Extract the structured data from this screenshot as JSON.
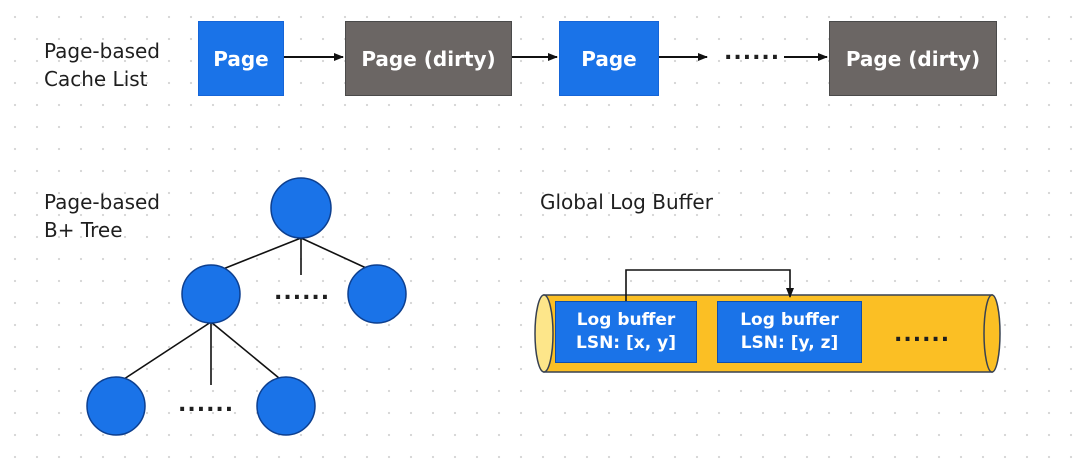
{
  "colors": {
    "page": "#1a73e8",
    "dirty": "#6b6664",
    "tube": "#fbbf24",
    "node": "#1a73e8",
    "line": "#111111"
  },
  "cache": {
    "label": "Page-based\nCache List",
    "nodes": [
      {
        "text": "Page",
        "state": "clean"
      },
      {
        "text": "Page (dirty)",
        "state": "dirty"
      },
      {
        "text": "Page",
        "state": "clean"
      },
      {
        "text": "Page (dirty)",
        "state": "dirty"
      }
    ],
    "ellipsis": "......"
  },
  "tree": {
    "label": "Page-based\nB+ Tree",
    "ellipsis_level1": "......",
    "ellipsis_level2": "......"
  },
  "log": {
    "title": "Global Log Buffer",
    "buffers": [
      {
        "line1": "Log buffer",
        "line2": "LSN: [x, y]"
      },
      {
        "line1": "Log buffer",
        "line2": "LSN: [y, z]"
      }
    ],
    "ellipsis": "......"
  }
}
